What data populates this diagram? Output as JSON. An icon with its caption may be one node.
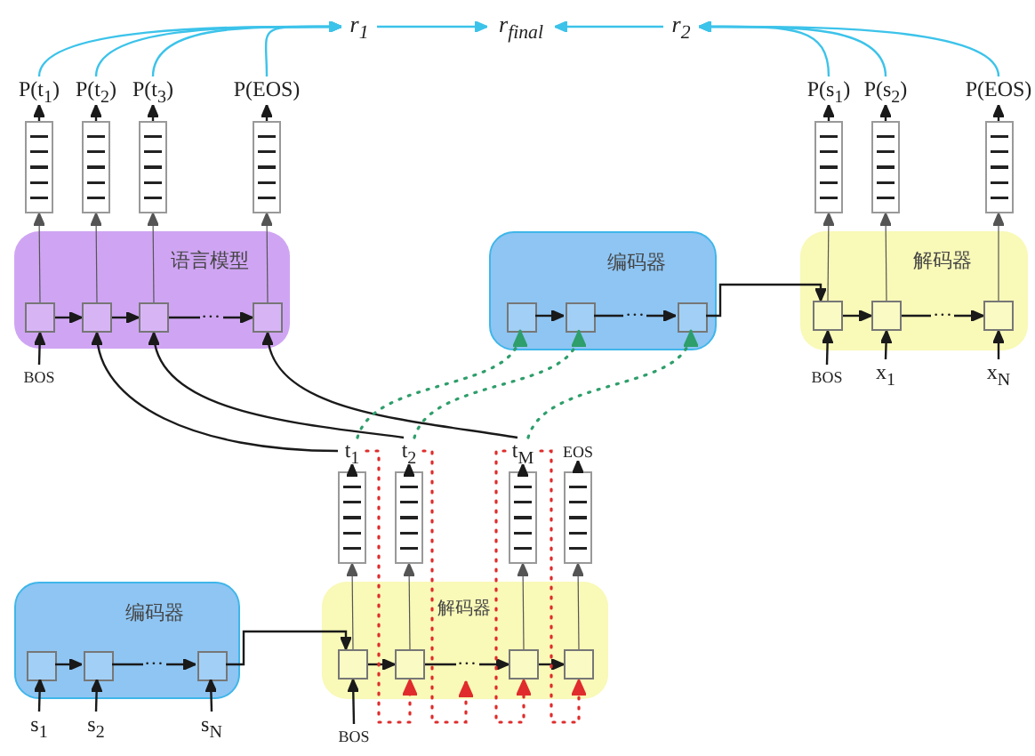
{
  "diagram": {
    "nodes": [
      {
        "text": [
          "r$_{1}$"
        ]
      },
      {
        "text": [
          "r$_{final}$"
        ]
      },
      {
        "text": [
          "r$_{2}$"
        ]
      },
      {
        "text": [
          "语言模型"
        ]
      },
      {
        "text": [],
        "shape": "box",
        "in": 3
      },
      {
        "text": [],
        "shape": "box",
        "in": 3
      },
      {
        "text": [],
        "shape": "box",
        "in": 3
      },
      {
        "text": [],
        "shape": "box",
        "in": 3
      },
      {
        "text": [],
        "shape": "stack"
      },
      {
        "text": [],
        "shape": "stack"
      },
      {
        "text": [],
        "shape": "stack"
      },
      {
        "text": [],
        "shape": "stack"
      },
      {
        "text": [
          "P(t$_{1}$)"
        ]
      },
      {
        "text": [
          "P(t$_{2}$)"
        ]
      },
      {
        "text": [
          "P(t$_{3}$)"
        ]
      },
      {
        "text": [
          "P(EOS)"
        ]
      },
      {
        "text": [
          "BOS"
        ]
      },
      {
        "text": [
          "编码器"
        ]
      },
      {
        "text": [],
        "shape": "box",
        "in": 17
      },
      {
        "text": [],
        "shape": "box",
        "in": 17
      },
      {
        "text": [],
        "shape": "box",
        "in": 17
      },
      {
        "text": [
          "解码器"
        ]
      },
      {
        "text": [],
        "shape": "box",
        "in": 21
      },
      {
        "text": [],
        "shape": "box",
        "in": 21
      },
      {
        "text": [],
        "shape": "box",
        "in": 21
      },
      {
        "text": [],
        "shape": "stack"
      },
      {
        "text": [],
        "shape": "stack"
      },
      {
        "text": [],
        "shape": "stack"
      },
      {
        "text": [
          "P(s$_{1}$)"
        ]
      },
      {
        "text": [
          "P(s$_{2}$)"
        ]
      },
      {
        "text": [
          "P(EOS)"
        ]
      },
      {
        "text": [
          "BOS"
        ]
      },
      {
        "text": [
          "x$_{1}$"
        ]
      },
      {
        "text": [
          "x$_{N}$"
        ]
      },
      {
        "text": [
          "编码器"
        ]
      },
      {
        "text": [],
        "shape": "box",
        "in": 34
      },
      {
        "text": [],
        "shape": "box",
        "in": 34
      },
      {
        "text": [],
        "shape": "box",
        "in": 34
      },
      {
        "text": [
          "s$_{1}$"
        ]
      },
      {
        "text": [
          "s$_{2}$"
        ]
      },
      {
        "text": [
          "s$_{N}$"
        ]
      },
      {
        "text": [
          "解码器"
        ]
      },
      {
        "text": [],
        "shape": "box",
        "in": 41
      },
      {
        "text": [],
        "shape": "box",
        "in": 41
      },
      {
        "text": [],
        "shape": "box",
        "in": 41
      },
      {
        "text": [],
        "shape": "box",
        "in": 41
      },
      {
        "text": [],
        "shape": "stack"
      },
      {
        "text": [],
        "shape": "stack"
      },
      {
        "text": [],
        "shape": "stack"
      },
      {
        "text": [],
        "shape": "stack"
      },
      {
        "text": [
          "t$_{1}$"
        ]
      },
      {
        "text": [
          "t$_{2}$"
        ]
      },
      {
        "text": [
          "t$_{M}$"
        ]
      },
      {
        "text": [
          "EOS"
        ]
      },
      {
        "text": [
          "BOS"
        ]
      }
    ],
    "edges": [
      {
        "from": 4,
        "to": 5,
        "arrow": "to"
      },
      {
        "from": 5,
        "to": 6,
        "arrow": "to"
      },
      {
        "from": 6,
        "to": 7,
        "arrow": "to",
        "label": "···"
      },
      {
        "from": 4,
        "to": 8,
        "arrow": "to"
      },
      {
        "from": 5,
        "to": 9,
        "arrow": "to"
      },
      {
        "from": 6,
        "to": 10,
        "arrow": "to"
      },
      {
        "from": 7,
        "to": 11,
        "arrow": "to"
      },
      {
        "from": 8,
        "to": 12,
        "arrow": "to"
      },
      {
        "from": 9,
        "to": 13,
        "arrow": "to"
      },
      {
        "from": 10,
        "to": 14,
        "arrow": "to"
      },
      {
        "from": 11,
        "to": 15,
        "arrow": "to"
      },
      {
        "from": 12,
        "to": 0,
        "arrow": "to",
        "color": "#3cc3ea"
      },
      {
        "from": 13,
        "to": 0,
        "arrow": "to",
        "color": "#3cc3ea"
      },
      {
        "from": 14,
        "to": 0,
        "arrow": "to",
        "color": "#3cc3ea"
      },
      {
        "from": 15,
        "to": 0,
        "arrow": "to",
        "color": "#3cc3ea"
      },
      {
        "from": 0,
        "to": 1,
        "arrow": "to",
        "color": "#3cc3ea"
      },
      {
        "from": 2,
        "to": 1,
        "arrow": "to",
        "color": "#3cc3ea"
      },
      {
        "from": 28,
        "to": 2,
        "arrow": "to",
        "color": "#3cc3ea"
      },
      {
        "from": 29,
        "to": 2,
        "arrow": "to",
        "color": "#3cc3ea"
      },
      {
        "from": 30,
        "to": 2,
        "arrow": "to",
        "color": "#3cc3ea"
      },
      {
        "from": 16,
        "to": 4,
        "arrow": "to"
      },
      {
        "from": 18,
        "to": 19,
        "arrow": "to"
      },
      {
        "from": 19,
        "to": 20,
        "arrow": "to",
        "label": "···"
      },
      {
        "from": 20,
        "to": 22,
        "arrow": "to"
      },
      {
        "from": 22,
        "to": 23,
        "arrow": "to"
      },
      {
        "from": 23,
        "to": 24,
        "arrow": "to",
        "label": "···"
      },
      {
        "from": 22,
        "to": 25,
        "arrow": "to"
      },
      {
        "from": 23,
        "to": 26,
        "arrow": "to"
      },
      {
        "from": 24,
        "to": 27,
        "arrow": "to"
      },
      {
        "from": 25,
        "to": 28,
        "arrow": "to"
      },
      {
        "from": 26,
        "to": 29,
        "arrow": "to"
      },
      {
        "from": 27,
        "to": 30,
        "arrow": "to"
      },
      {
        "from": 31,
        "to": 22,
        "arrow": "to"
      },
      {
        "from": 32,
        "to": 23,
        "arrow": "to"
      },
      {
        "from": 33,
        "to": 24,
        "arrow": "to"
      },
      {
        "from": 35,
        "to": 36,
        "arrow": "to"
      },
      {
        "from": 36,
        "to": 37,
        "arrow": "to",
        "label": "···"
      },
      {
        "from": 38,
        "to": 35,
        "arrow": "to"
      },
      {
        "from": 39,
        "to": 36,
        "arrow": "to"
      },
      {
        "from": 40,
        "to": 37,
        "arrow": "to"
      },
      {
        "from": 37,
        "to": 42,
        "arrow": "to"
      },
      {
        "from": 42,
        "to": 43,
        "arrow": "to"
      },
      {
        "from": 43,
        "to": 44,
        "arrow": "to",
        "label": "···"
      },
      {
        "from": 44,
        "to": 45,
        "arrow": "to"
      },
      {
        "from": 42,
        "to": 46,
        "arrow": "to"
      },
      {
        "from": 43,
        "to": 47,
        "arrow": "to"
      },
      {
        "from": 44,
        "to": 48,
        "arrow": "to"
      },
      {
        "from": 45,
        "to": 49,
        "arrow": "to"
      },
      {
        "from": 46,
        "to": 50,
        "arrow": "to"
      },
      {
        "from": 47,
        "to": 51,
        "arrow": "to"
      },
      {
        "from": 48,
        "to": 52,
        "arrow": "to"
      },
      {
        "from": 49,
        "to": 53,
        "arrow": "to"
      },
      {
        "from": 54,
        "to": 42,
        "arrow": "to"
      },
      {
        "from": 50,
        "to": 5,
        "arrow": "to"
      },
      {
        "from": 51,
        "to": 6,
        "arrow": "to"
      },
      {
        "from": 52,
        "to": 7,
        "arrow": "to"
      },
      {
        "from": 50,
        "to": 18,
        "arrow": "to",
        "style": "dashed",
        "color": "#2e9e6b"
      },
      {
        "from": 51,
        "to": 19,
        "arrow": "to",
        "style": "dashed",
        "color": "#2e9e6b"
      },
      {
        "from": 52,
        "to": 20,
        "arrow": "to",
        "style": "dashed",
        "color": "#2e9e6b"
      },
      {
        "from": 50,
        "to": 43,
        "arrow": "to",
        "style": "dashed",
        "color": "#e02c2c"
      },
      {
        "from": 51,
        "to": 41,
        "arrow": "to",
        "style": "dashed",
        "color": "#e02c2c"
      },
      {
        "from": 52,
        "to": 44,
        "arrow": "to",
        "style": "dashed",
        "color": "#e02c2c"
      },
      {
        "from": 52,
        "to": 45,
        "arrow": "to",
        "style": "dashed",
        "color": "#e02c2c"
      }
    ]
  }
}
